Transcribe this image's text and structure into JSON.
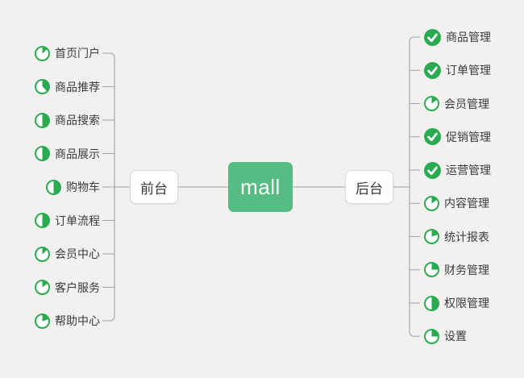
{
  "root": {
    "label": "mall"
  },
  "branches": {
    "left": {
      "label": "前台",
      "items": [
        {
          "label": "首页门户",
          "icon": "pie",
          "progress": 0.125
        },
        {
          "label": "商品推荐",
          "icon": "pie",
          "progress": 0.375
        },
        {
          "label": "商品搜索",
          "icon": "pie",
          "progress": 0.5
        },
        {
          "label": "商品展示",
          "icon": "pie",
          "progress": 0.5
        },
        {
          "label": "购物车",
          "icon": "pie",
          "progress": 0.5
        },
        {
          "label": "订单流程",
          "icon": "pie",
          "progress": 0.5
        },
        {
          "label": "会员中心",
          "icon": "pie",
          "progress": 0.125
        },
        {
          "label": "客户服务",
          "icon": "pie",
          "progress": 0.15
        },
        {
          "label": "帮助中心",
          "icon": "pie",
          "progress": 0.2
        }
      ]
    },
    "right": {
      "label": "后台",
      "items": [
        {
          "label": "商品管理",
          "icon": "check"
        },
        {
          "label": "订单管理",
          "icon": "check"
        },
        {
          "label": "会员管理",
          "icon": "pie",
          "progress": 0.15
        },
        {
          "label": "促销管理",
          "icon": "check"
        },
        {
          "label": "运营管理",
          "icon": "check"
        },
        {
          "label": "内容管理",
          "icon": "pie",
          "progress": 0.15
        },
        {
          "label": "统计报表",
          "icon": "pie",
          "progress": 0.2
        },
        {
          "label": "财务管理",
          "icon": "pie",
          "progress": 0.25
        },
        {
          "label": "权限管理",
          "icon": "pie",
          "progress": 0.5
        },
        {
          "label": "设置",
          "icon": "check-none",
          "progress": 0.25
        }
      ]
    }
  },
  "colors": {
    "background": "#f2f1ef",
    "root_node": "#55bd83",
    "root_text": "#ffffff",
    "icon_green": "#2bab51",
    "line": "#a2a2a2",
    "node_border": "#d8d8d6",
    "text": "#3b3b3b"
  }
}
